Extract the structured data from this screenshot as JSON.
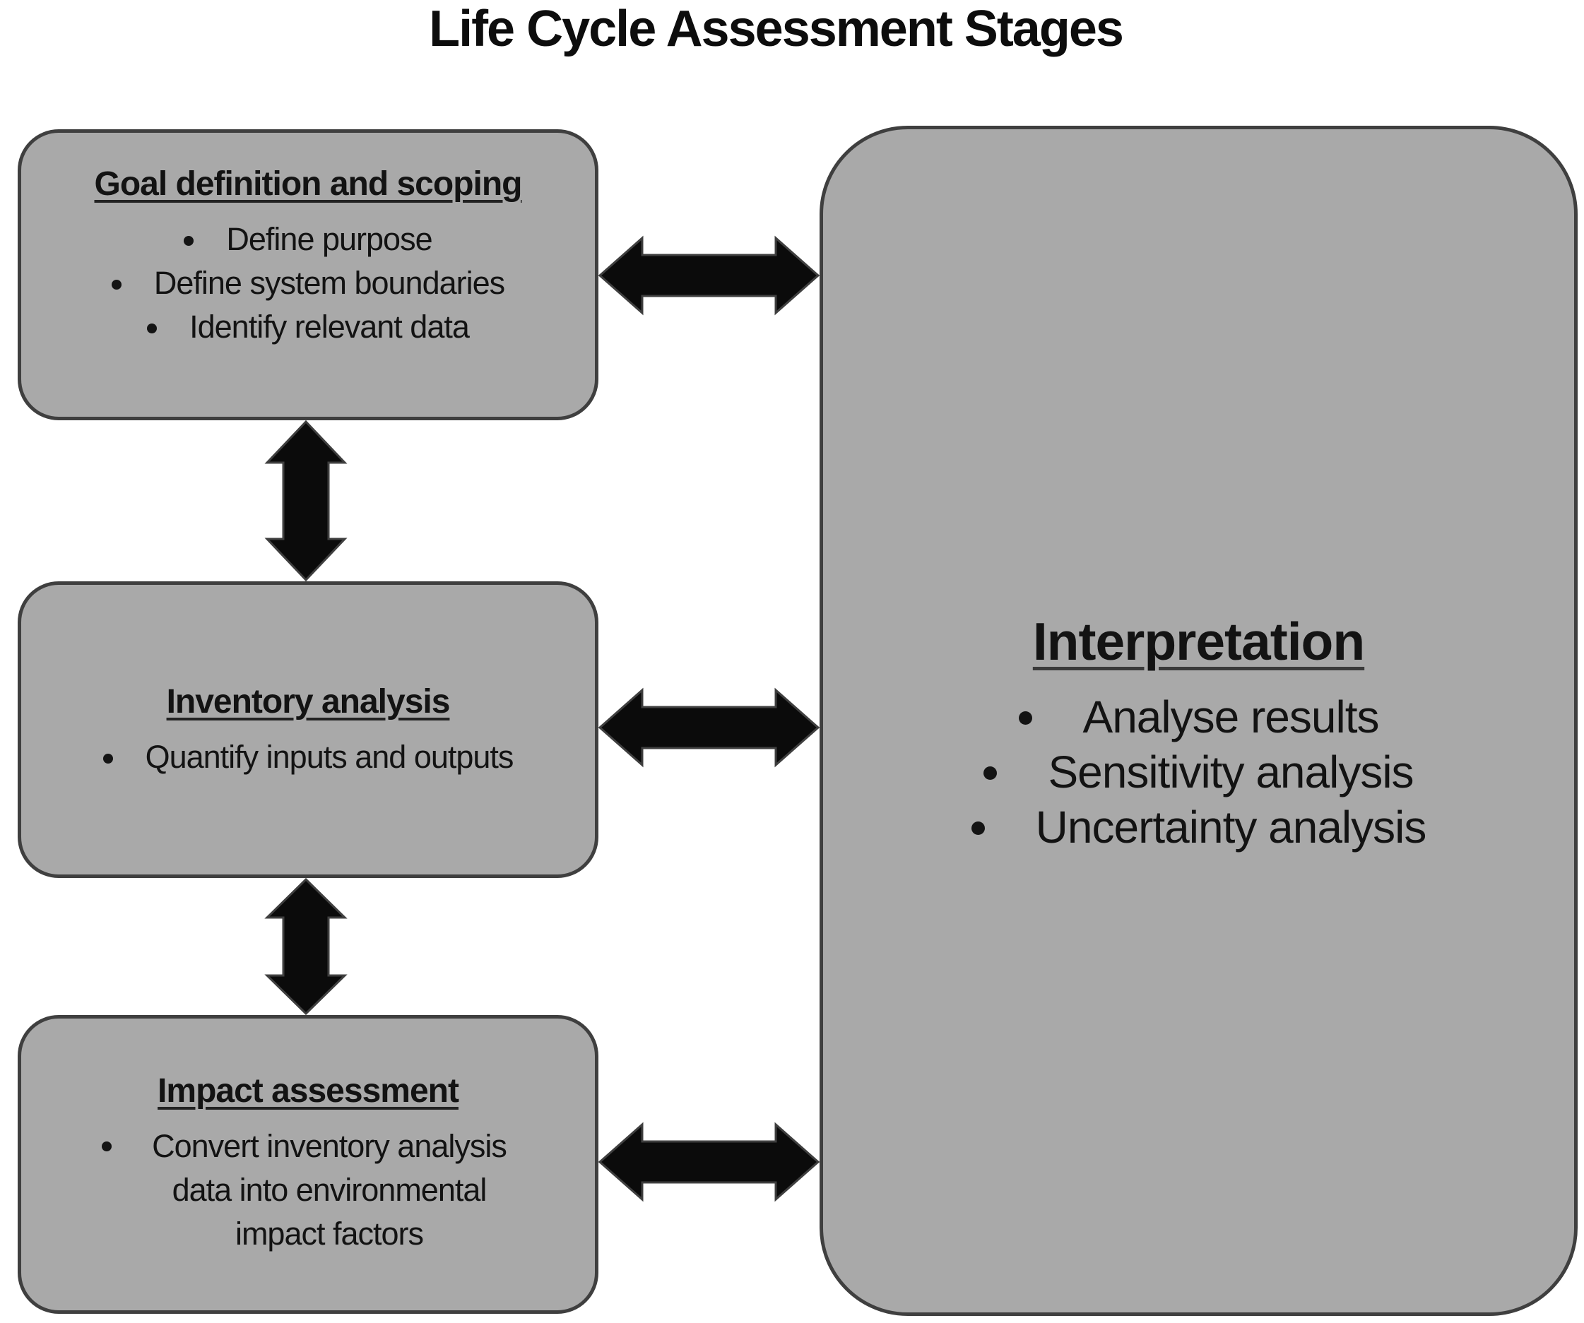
{
  "title": "Life Cycle Assessment Stages",
  "colors": {
    "background": "#ffffff",
    "box_fill": "#a9a9a9",
    "box_border": "#3f3f3f",
    "arrow_fill": "#0b0b0b",
    "text": "#131313"
  },
  "stages": [
    {
      "id": "goal-definition",
      "heading": "Goal definition and scoping",
      "bullets": [
        "Define purpose",
        "Define system boundaries",
        "Identify relevant data"
      ]
    },
    {
      "id": "inventory-analysis",
      "heading": "Inventory analysis",
      "bullets": [
        "Quantify inputs and outputs"
      ]
    },
    {
      "id": "impact-assessment",
      "heading": "Impact assessment",
      "bullets": [
        "Convert inventory analysis data into environmental impact factors"
      ]
    },
    {
      "id": "interpretation",
      "heading": "Interpretation",
      "bullets": [
        "Analyse results",
        "Sensitivity analysis",
        "Uncertainty analysis"
      ]
    }
  ],
  "connections": [
    {
      "from": "goal-definition",
      "to": "interpretation",
      "style": "double-headed-arrow",
      "orientation": "horizontal"
    },
    {
      "from": "goal-definition",
      "to": "inventory-analysis",
      "style": "double-headed-arrow",
      "orientation": "vertical"
    },
    {
      "from": "inventory-analysis",
      "to": "interpretation",
      "style": "double-headed-arrow",
      "orientation": "horizontal"
    },
    {
      "from": "inventory-analysis",
      "to": "impact-assessment",
      "style": "double-headed-arrow",
      "orientation": "vertical"
    },
    {
      "from": "impact-assessment",
      "to": "interpretation",
      "style": "double-headed-arrow",
      "orientation": "horizontal"
    }
  ]
}
